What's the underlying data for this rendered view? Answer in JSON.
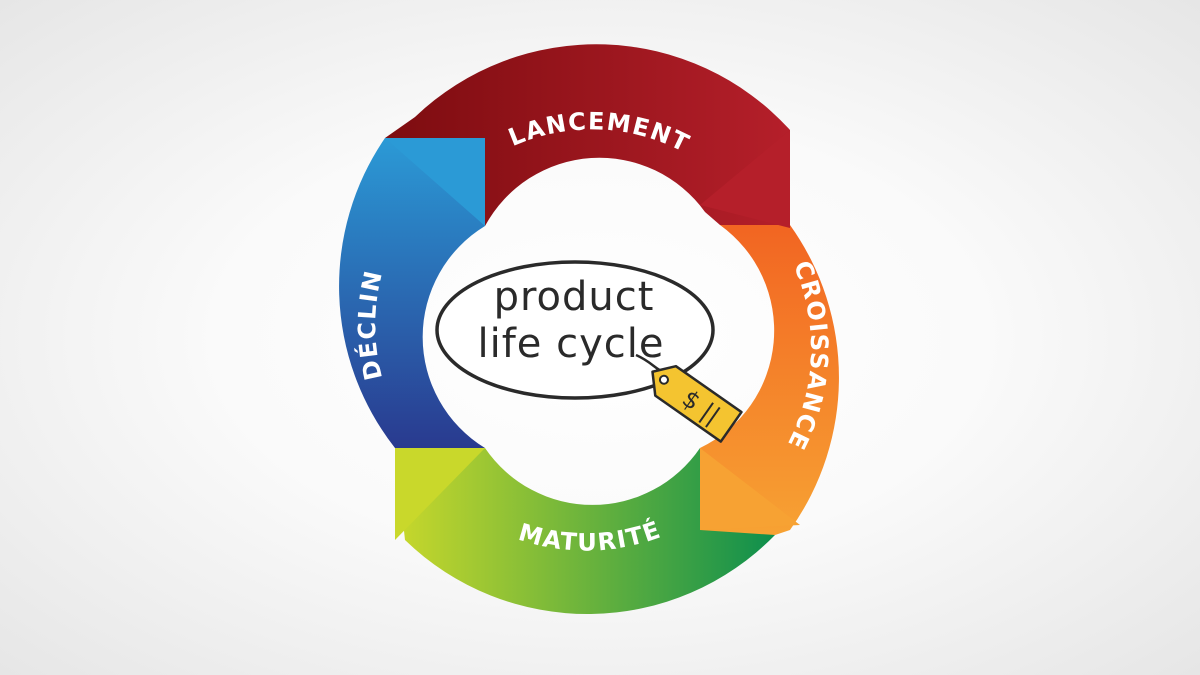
{
  "diagram": {
    "segments": [
      {
        "label": "LANCEMENT",
        "color_start": "#7d0c10",
        "color_end": "#b51f2a"
      },
      {
        "label": "CROISSANCE",
        "color_start": "#f26522",
        "color_end": "#f7a233"
      },
      {
        "label": "MATURITÉ",
        "color_start": "#c9d82b",
        "color_end": "#0e8f4d"
      },
      {
        "label": "DÉCLIN",
        "color_start": "#293a8f",
        "color_end": "#2b9ad6"
      }
    ],
    "center": {
      "line1": "product",
      "line2": "life cycle"
    },
    "tag": {
      "text": "$ ||",
      "color": "#f4c430"
    }
  }
}
